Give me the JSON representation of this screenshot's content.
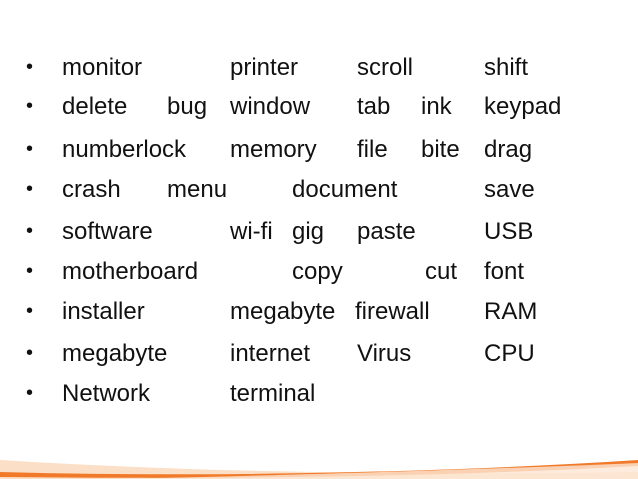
{
  "colors": {
    "text": "#111111",
    "accent_orange": "#f07a2a",
    "accent_light": "#f9c9a0"
  },
  "rows": [
    [
      "monitor",
      "printer",
      "scroll",
      "shift"
    ],
    [
      "delete",
      "bug",
      "window",
      "tab",
      "ink",
      "keypad"
    ],
    [
      "numberlock",
      "memory",
      "file",
      "bite",
      "drag"
    ],
    [
      "crash",
      "menu",
      "document",
      "save"
    ],
    [
      "software",
      "wi-fi",
      "gig",
      "paste",
      "USB"
    ],
    [
      "motherboard",
      "copy",
      "cut",
      "font"
    ],
    [
      "installer",
      "megabyte",
      "firewall",
      "RAM"
    ],
    [
      "megabyte",
      "internet",
      "Virus",
      "CPU"
    ],
    [
      "Network",
      "terminal"
    ]
  ]
}
